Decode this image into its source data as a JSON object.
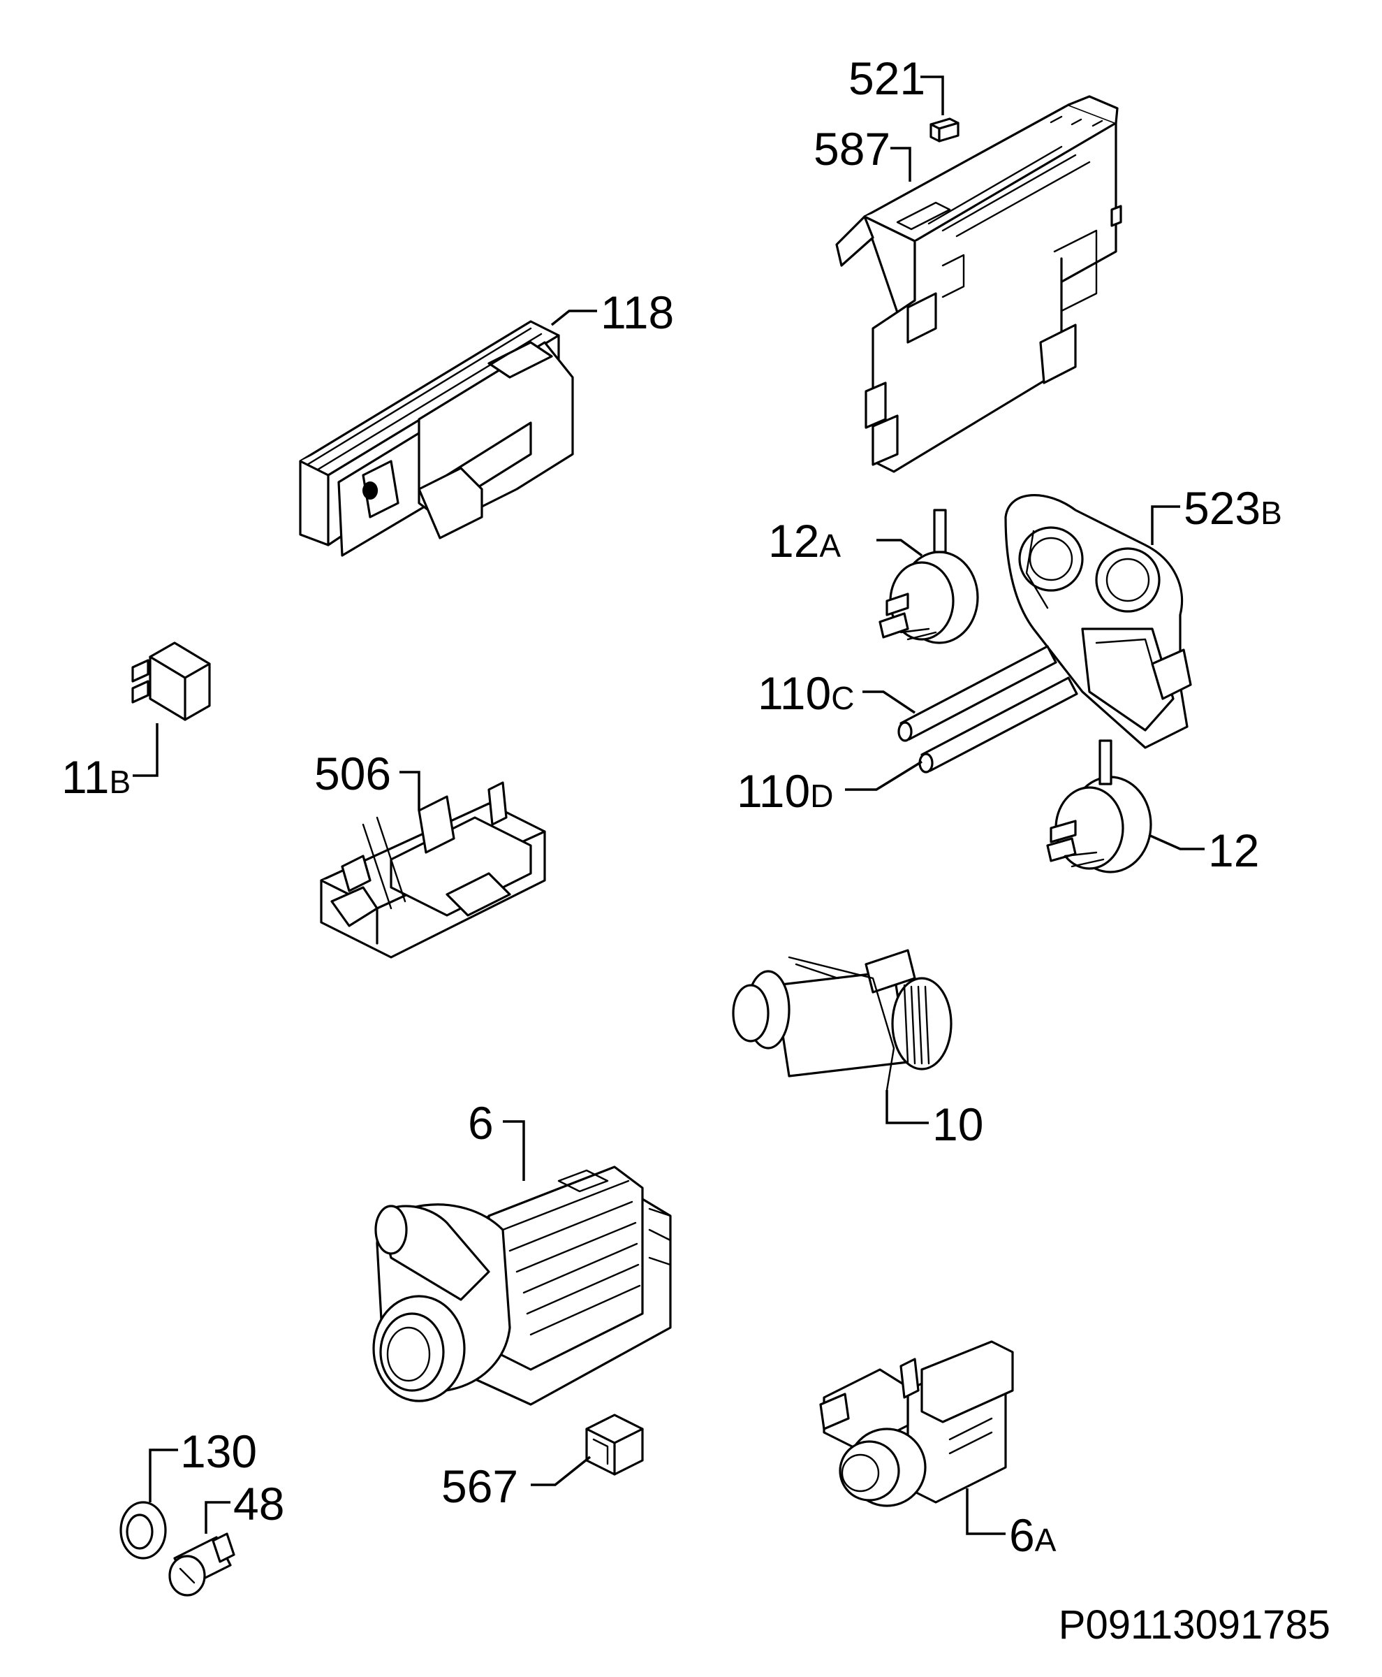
{
  "callouts": [
    {
      "id": "521",
      "num": "521",
      "suffix": ""
    },
    {
      "id": "587",
      "num": "587",
      "suffix": ""
    },
    {
      "id": "118",
      "num": "118",
      "suffix": ""
    },
    {
      "id": "523B",
      "num": "523",
      "suffix": "B"
    },
    {
      "id": "12A",
      "num": "12",
      "suffix": "A"
    },
    {
      "id": "110C",
      "num": "110",
      "suffix": "C"
    },
    {
      "id": "110D",
      "num": "110",
      "suffix": "D"
    },
    {
      "id": "12",
      "num": "12",
      "suffix": ""
    },
    {
      "id": "11B",
      "num": "11",
      "suffix": "B"
    },
    {
      "id": "506",
      "num": "506",
      "suffix": ""
    },
    {
      "id": "10",
      "num": "10",
      "suffix": ""
    },
    {
      "id": "6",
      "num": "6",
      "suffix": ""
    },
    {
      "id": "130",
      "num": "130",
      "suffix": ""
    },
    {
      "id": "48",
      "num": "48",
      "suffix": ""
    },
    {
      "id": "567",
      "num": "567",
      "suffix": ""
    },
    {
      "id": "6A",
      "num": "6",
      "suffix": "A"
    }
  ],
  "reference_code": "P09113091785"
}
